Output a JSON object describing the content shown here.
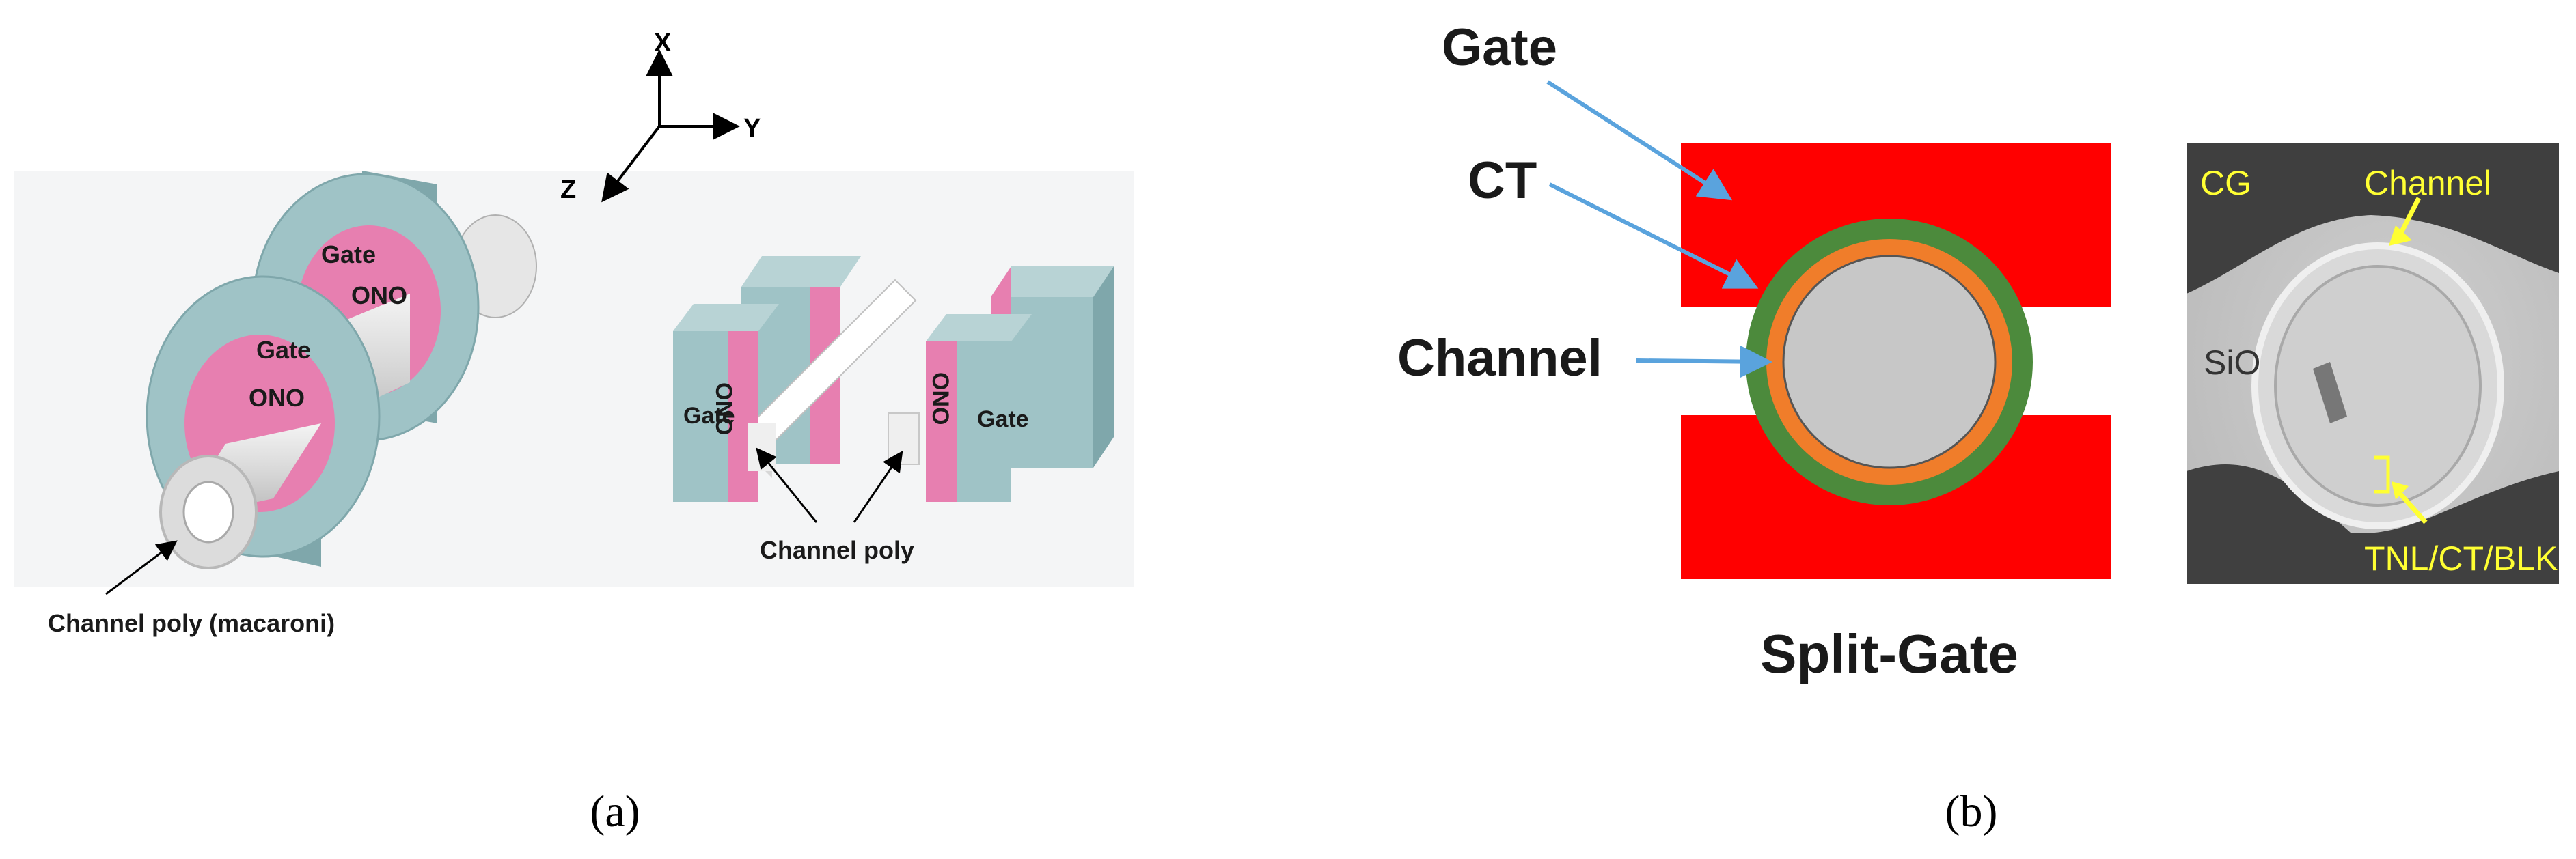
{
  "panel_a": {
    "caption": "(a)",
    "axes": {
      "x": "X",
      "y": "Y",
      "z": "Z"
    },
    "macaroni": {
      "layer_top_gate": "Gate",
      "layer_top_ono": "ONO",
      "layer_front_gate": "Gate",
      "layer_front_ono": "ONO",
      "channel_label": "Channel poly (macaroni)"
    },
    "planar": {
      "ono_left": "ONO",
      "gate_left": "Gate",
      "ono_right": "ONO",
      "gate_right": "Gate",
      "channel_label": "Channel poly"
    }
  },
  "panel_b": {
    "caption": "(b)",
    "schematic": {
      "label_gate": "Gate",
      "label_ct": "CT",
      "label_channel": "Channel",
      "title": "Split-Gate"
    },
    "micrograph": {
      "label_cg": "CG",
      "label_channel": "Channel",
      "label_sio": "SiO",
      "label_stack": "TNL/CT/BLK"
    }
  },
  "colors": {
    "gate_teal": "#9fc3c6",
    "ono_pink": "#e77fb0",
    "gate_red": "#ff0000",
    "ct_green": "#4c8a3c",
    "channel_orange": "#f07d2a",
    "core_gray": "#c7c7c7",
    "arrow_blue": "#5aa3dd",
    "tem_label_yellow": "#ffff33"
  }
}
